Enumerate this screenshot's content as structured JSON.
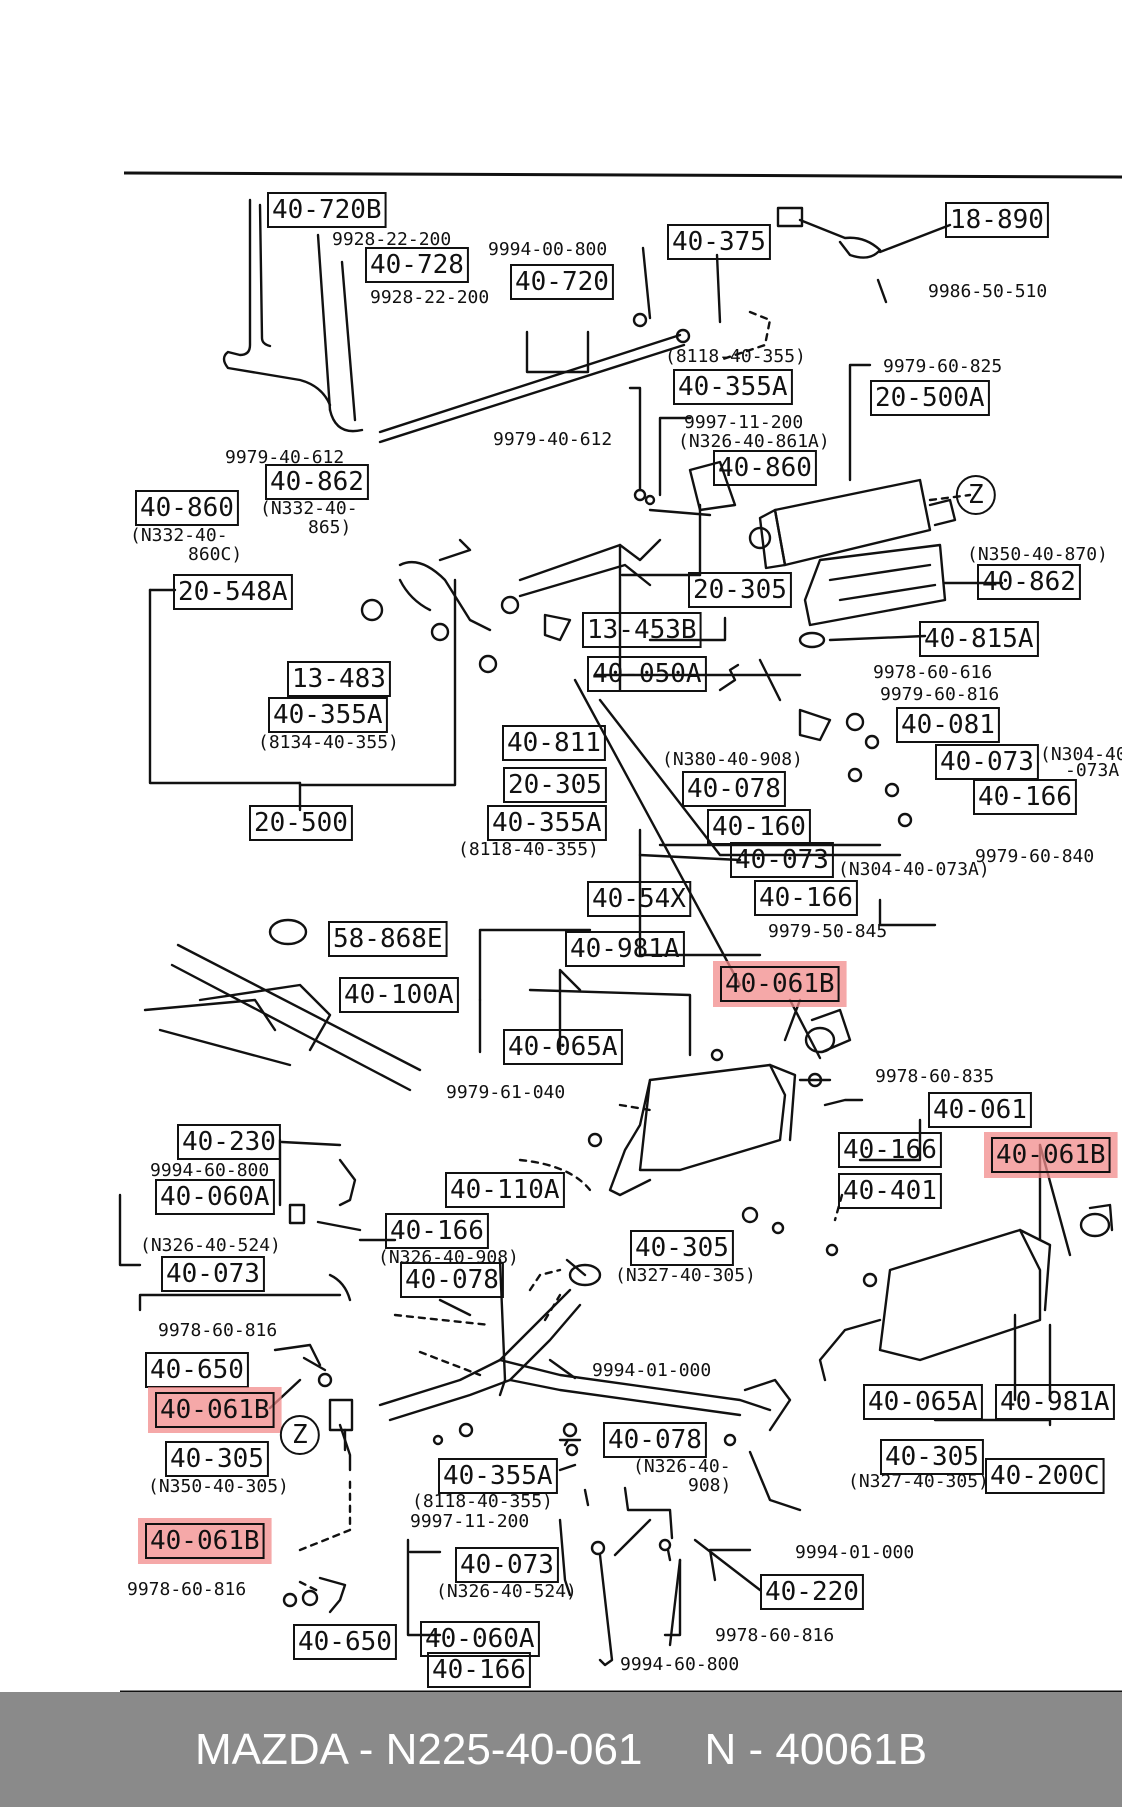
{
  "labels": [
    {
      "id": "l1",
      "text": "40-720B",
      "boxed": true
    },
    {
      "id": "l2",
      "text": "9928-22-200",
      "boxed": false
    },
    {
      "id": "l3",
      "text": "40-728",
      "boxed": true
    },
    {
      "id": "l4",
      "text": "9928-22-200",
      "boxed": false
    },
    {
      "id": "l5",
      "text": "9994-00-800",
      "boxed": false
    },
    {
      "id": "l6",
      "text": "40-720",
      "boxed": true
    },
    {
      "id": "l7",
      "text": "40-375",
      "boxed": true
    },
    {
      "id": "l8",
      "text": "18-890",
      "boxed": true
    },
    {
      "id": "l9",
      "text": "9986-50-510",
      "boxed": false
    },
    {
      "id": "l10",
      "text": "(8118-40-355)",
      "boxed": false
    },
    {
      "id": "l11",
      "text": "40-355A",
      "boxed": true
    },
    {
      "id": "l12",
      "text": "9979-60-825",
      "boxed": false
    },
    {
      "id": "l13",
      "text": "20-500A",
      "boxed": true
    },
    {
      "id": "l14",
      "text": "9997-11-200",
      "boxed": false
    },
    {
      "id": "l15",
      "text": "(N326-40-861A)",
      "boxed": false
    },
    {
      "id": "l16",
      "text": "9979-40-612",
      "boxed": false
    },
    {
      "id": "l17",
      "text": "9979-40-612",
      "boxed": false
    },
    {
      "id": "l18",
      "text": "40-862",
      "boxed": true
    },
    {
      "id": "l19",
      "text": "(N332-40-",
      "boxed": false
    },
    {
      "id": "l20",
      "text": "865)",
      "boxed": false
    },
    {
      "id": "l21",
      "text": "40-860",
      "boxed": true
    },
    {
      "id": "l22",
      "text": "(N332-40-",
      "boxed": false
    },
    {
      "id": "l23",
      "text": "860C)",
      "boxed": false
    },
    {
      "id": "l24",
      "text": "40-860",
      "boxed": true
    },
    {
      "id": "l25",
      "text": "Z",
      "boxed": false
    },
    {
      "id": "l26",
      "text": "(N350-40-870)",
      "boxed": false
    },
    {
      "id": "l27",
      "text": "40-862",
      "boxed": true
    },
    {
      "id": "l28",
      "text": "20-548A",
      "boxed": true
    },
    {
      "id": "l29",
      "text": "20-305",
      "boxed": true
    },
    {
      "id": "l30",
      "text": "13-453B",
      "boxed": true
    },
    {
      "id": "l31",
      "text": "40-815A",
      "boxed": true
    },
    {
      "id": "l32",
      "text": "13-483",
      "boxed": true
    },
    {
      "id": "l33",
      "text": "40-050A",
      "boxed": true
    },
    {
      "id": "l34",
      "text": "9978-60-616",
      "boxed": false
    },
    {
      "id": "l35",
      "text": "9979-60-816",
      "boxed": false
    },
    {
      "id": "l36",
      "text": "40-355A",
      "boxed": true
    },
    {
      "id": "l37",
      "text": "(8134-40-355)",
      "boxed": false
    },
    {
      "id": "l38",
      "text": "40-811",
      "boxed": true
    },
    {
      "id": "l39",
      "text": "40-081",
      "boxed": true
    },
    {
      "id": "l40",
      "text": "(N380-40-908)",
      "boxed": false
    },
    {
      "id": "l41",
      "text": "40-073",
      "boxed": true
    },
    {
      "id": "l42",
      "text": "(N304-40",
      "boxed": false
    },
    {
      "id": "l43",
      "text": "-073A)",
      "boxed": false
    },
    {
      "id": "l44",
      "text": "20-305",
      "boxed": true
    },
    {
      "id": "l45",
      "text": "40-078",
      "boxed": true
    },
    {
      "id": "l46",
      "text": "40-166",
      "boxed": true
    },
    {
      "id": "l47",
      "text": "20-500",
      "boxed": true
    },
    {
      "id": "l48",
      "text": "40-355A",
      "boxed": true
    },
    {
      "id": "l49",
      "text": "40-160",
      "boxed": true
    },
    {
      "id": "l50",
      "text": "(8118-40-355)",
      "boxed": false
    },
    {
      "id": "l51",
      "text": "9979-60-840",
      "boxed": false
    },
    {
      "id": "l52",
      "text": "40-073",
      "boxed": true
    },
    {
      "id": "l53",
      "text": "(N304-40-073A)",
      "boxed": false
    },
    {
      "id": "l54",
      "text": "40-54X",
      "boxed": true
    },
    {
      "id": "l55",
      "text": "40-166",
      "boxed": true
    },
    {
      "id": "l56",
      "text": "9979-50-845",
      "boxed": false
    },
    {
      "id": "l57",
      "text": "58-868E",
      "boxed": true
    },
    {
      "id": "l58",
      "text": "40-981A",
      "boxed": true
    },
    {
      "id": "l59",
      "text": "40-061B",
      "boxed": true,
      "highlight": true
    },
    {
      "id": "l60",
      "text": "40-100A",
      "boxed": true
    },
    {
      "id": "l61",
      "text": "40-065A",
      "boxed": true
    },
    {
      "id": "l62",
      "text": "9978-60-835",
      "boxed": false
    },
    {
      "id": "l63",
      "text": "9979-61-040",
      "boxed": false
    },
    {
      "id": "l64",
      "text": "40-061",
      "boxed": true
    },
    {
      "id": "l65",
      "text": "40-230",
      "boxed": true
    },
    {
      "id": "l66",
      "text": "40-166",
      "boxed": true
    },
    {
      "id": "l67",
      "text": "40-061B",
      "boxed": true,
      "highlight": true
    },
    {
      "id": "l68",
      "text": "9994-60-800",
      "boxed": false
    },
    {
      "id": "l69",
      "text": "40-060A",
      "boxed": true
    },
    {
      "id": "l70",
      "text": "40-110A",
      "boxed": true
    },
    {
      "id": "l71",
      "text": "40-401",
      "boxed": true
    },
    {
      "id": "l72",
      "text": "(N326-40-524)",
      "boxed": false
    },
    {
      "id": "l73",
      "text": "40-166",
      "boxed": true
    },
    {
      "id": "l74",
      "text": "(N326-40-908)",
      "boxed": false
    },
    {
      "id": "l75",
      "text": "40-305",
      "boxed": true
    },
    {
      "id": "l76",
      "text": "40-073",
      "boxed": true
    },
    {
      "id": "l77",
      "text": "40-078",
      "boxed": true
    },
    {
      "id": "l78",
      "text": "(N327-40-305)",
      "boxed": false
    },
    {
      "id": "l79",
      "text": "9978-60-816",
      "boxed": false
    },
    {
      "id": "l80",
      "text": "40-650",
      "boxed": true
    },
    {
      "id": "l81",
      "text": "9994-01-000",
      "boxed": false
    },
    {
      "id": "l82",
      "text": "40-061B",
      "boxed": true,
      "highlight": true
    },
    {
      "id": "l83",
      "text": "40-065A",
      "boxed": true
    },
    {
      "id": "l84",
      "text": "40-981A",
      "boxed": true
    },
    {
      "id": "l85",
      "text": "Z",
      "boxed": false
    },
    {
      "id": "l86",
      "text": "40-078",
      "boxed": true
    },
    {
      "id": "l87",
      "text": "40-305",
      "boxed": true
    },
    {
      "id": "l88",
      "text": "40-305",
      "boxed": true
    },
    {
      "id": "l89",
      "text": "(N326-40-",
      "boxed": false
    },
    {
      "id": "l90",
      "text": "908)",
      "boxed": false
    },
    {
      "id": "l91",
      "text": "(N327-40-305)",
      "boxed": false
    },
    {
      "id": "l92",
      "text": "40-200C",
      "boxed": true
    },
    {
      "id": "l93",
      "text": "(N350-40-305)",
      "boxed": false
    },
    {
      "id": "l94",
      "text": "40-355A",
      "boxed": true
    },
    {
      "id": "l95",
      "text": "(8118-40-355)",
      "boxed": false
    },
    {
      "id": "l96",
      "text": "9997-11-200",
      "boxed": false
    },
    {
      "id": "l97",
      "text": "40-061B",
      "boxed": true,
      "highlight": true
    },
    {
      "id": "l98",
      "text": "9994-01-000",
      "boxed": false
    },
    {
      "id": "l99",
      "text": "40-073",
      "boxed": true
    },
    {
      "id": "l100",
      "text": "(N326-40-524)",
      "boxed": false
    },
    {
      "id": "l101",
      "text": "40-220",
      "boxed": true
    },
    {
      "id": "l102",
      "text": "9978-60-816",
      "boxed": false
    },
    {
      "id": "l103",
      "text": "9978-60-816",
      "boxed": false
    },
    {
      "id": "l104",
      "text": "40-650",
      "boxed": true
    },
    {
      "id": "l105",
      "text": "40-060A",
      "boxed": true
    },
    {
      "id": "l106",
      "text": "40-166",
      "boxed": true
    },
    {
      "id": "l107",
      "text": "9994-60-800",
      "boxed": false
    }
  ],
  "highlight_color": "#f28b8b",
  "footer": {
    "left": "MAZDA - N225-40-061",
    "right": "N - 40061B"
  }
}
